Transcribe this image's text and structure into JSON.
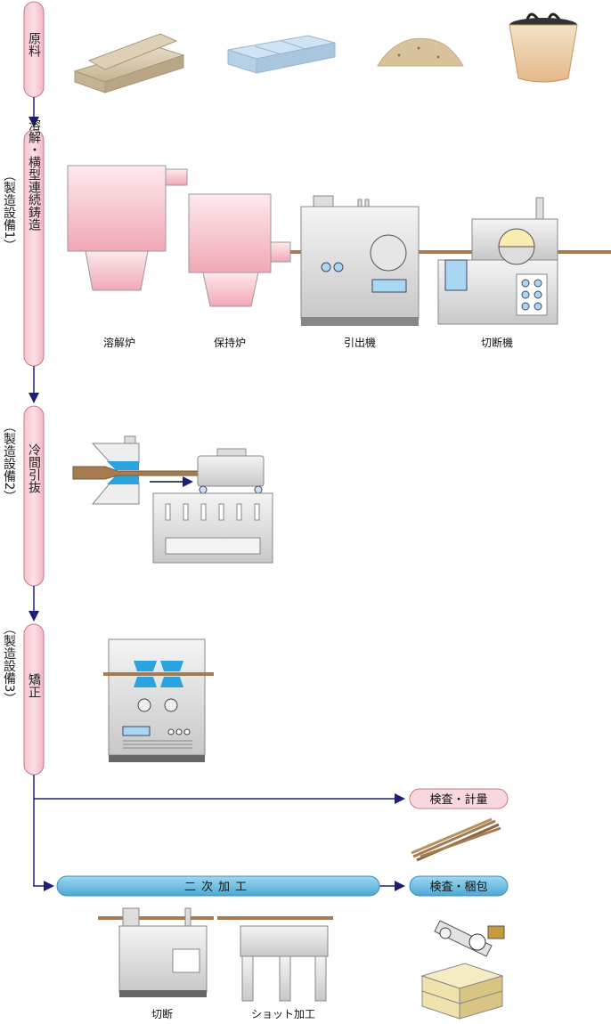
{
  "stages": [
    {
      "label": "原料"
    },
    {
      "label": "溶解・横型連続鋳造",
      "side": "（製造設備1）"
    },
    {
      "label": "冷間引抜",
      "side": "（製造設備2）"
    },
    {
      "label": "矯正",
      "side": "（製造設備3）"
    }
  ],
  "machines": [
    "溶解炉",
    "保持炉",
    "引出機",
    "切断機"
  ],
  "outputs": {
    "inspect_weigh": "検査・計量",
    "inspect_pack": "検査・梱包"
  },
  "secondary": {
    "label": "二次加工",
    "cut": "切断",
    "shot": "ショット加工"
  },
  "colors": {
    "pink": "#f7d0d6",
    "pink_border": "#c97a88",
    "blue_pill": "#6fc1e3",
    "arrow": "#1e1e7a",
    "rod": "#a57c52"
  }
}
